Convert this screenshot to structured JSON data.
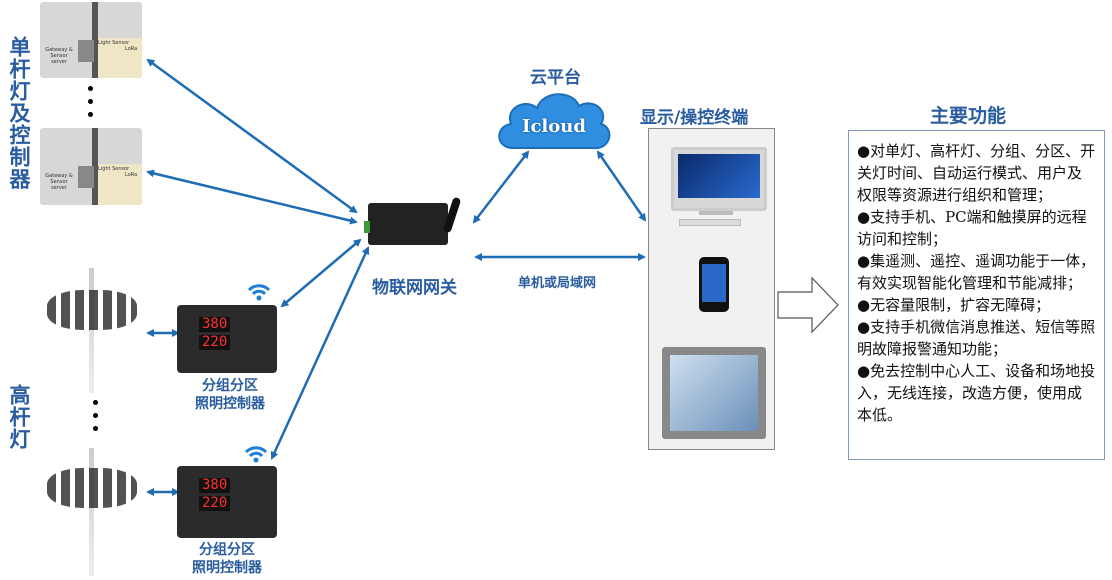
{
  "left": {
    "single_pole_label": "单杆灯及控制器",
    "high_pole_label": "高杆灯",
    "streetlight_image_text": [
      "Light Sensor",
      "LoRa",
      "Gateway & Sensor server"
    ]
  },
  "controllers": [
    {
      "label_line1": "分组分区",
      "label_line2": "照明控制器",
      "display": [
        "380",
        "220"
      ]
    },
    {
      "label_line1": "分组分区",
      "label_line2": "照明控制器",
      "display": [
        "380",
        "220"
      ]
    }
  ],
  "gateway": {
    "label": "物联网网关"
  },
  "cloud": {
    "title": "云平台",
    "text": "Icloud"
  },
  "network": {
    "label": "单机或局域网"
  },
  "terminal": {
    "title": "显示/操控终端"
  },
  "functions": {
    "title": "主要功能",
    "items": [
      "●对单灯、高杆灯、分组、分区、开关灯时间、自动运行模式、用户及权限等资源进行组织和管理；",
      "●支持手机、PC端和触摸屏的远程访问和控制；",
      "●集遥测、遥控、遥调功能于一体，有效实现智能化管理和节能减排；",
      "●无容量限制，扩容无障碍；",
      "●支持手机微信消息推送、短信等照明故障报警通知功能；",
      "●免去控制中心人工、设备和场地投入，无线连接，改造方便，使用成本低。"
    ]
  },
  "colors": {
    "label_blue": "#2a5d9f",
    "arrow_blue": "#1e6cb5",
    "cloud": "#2f8ee0"
  }
}
